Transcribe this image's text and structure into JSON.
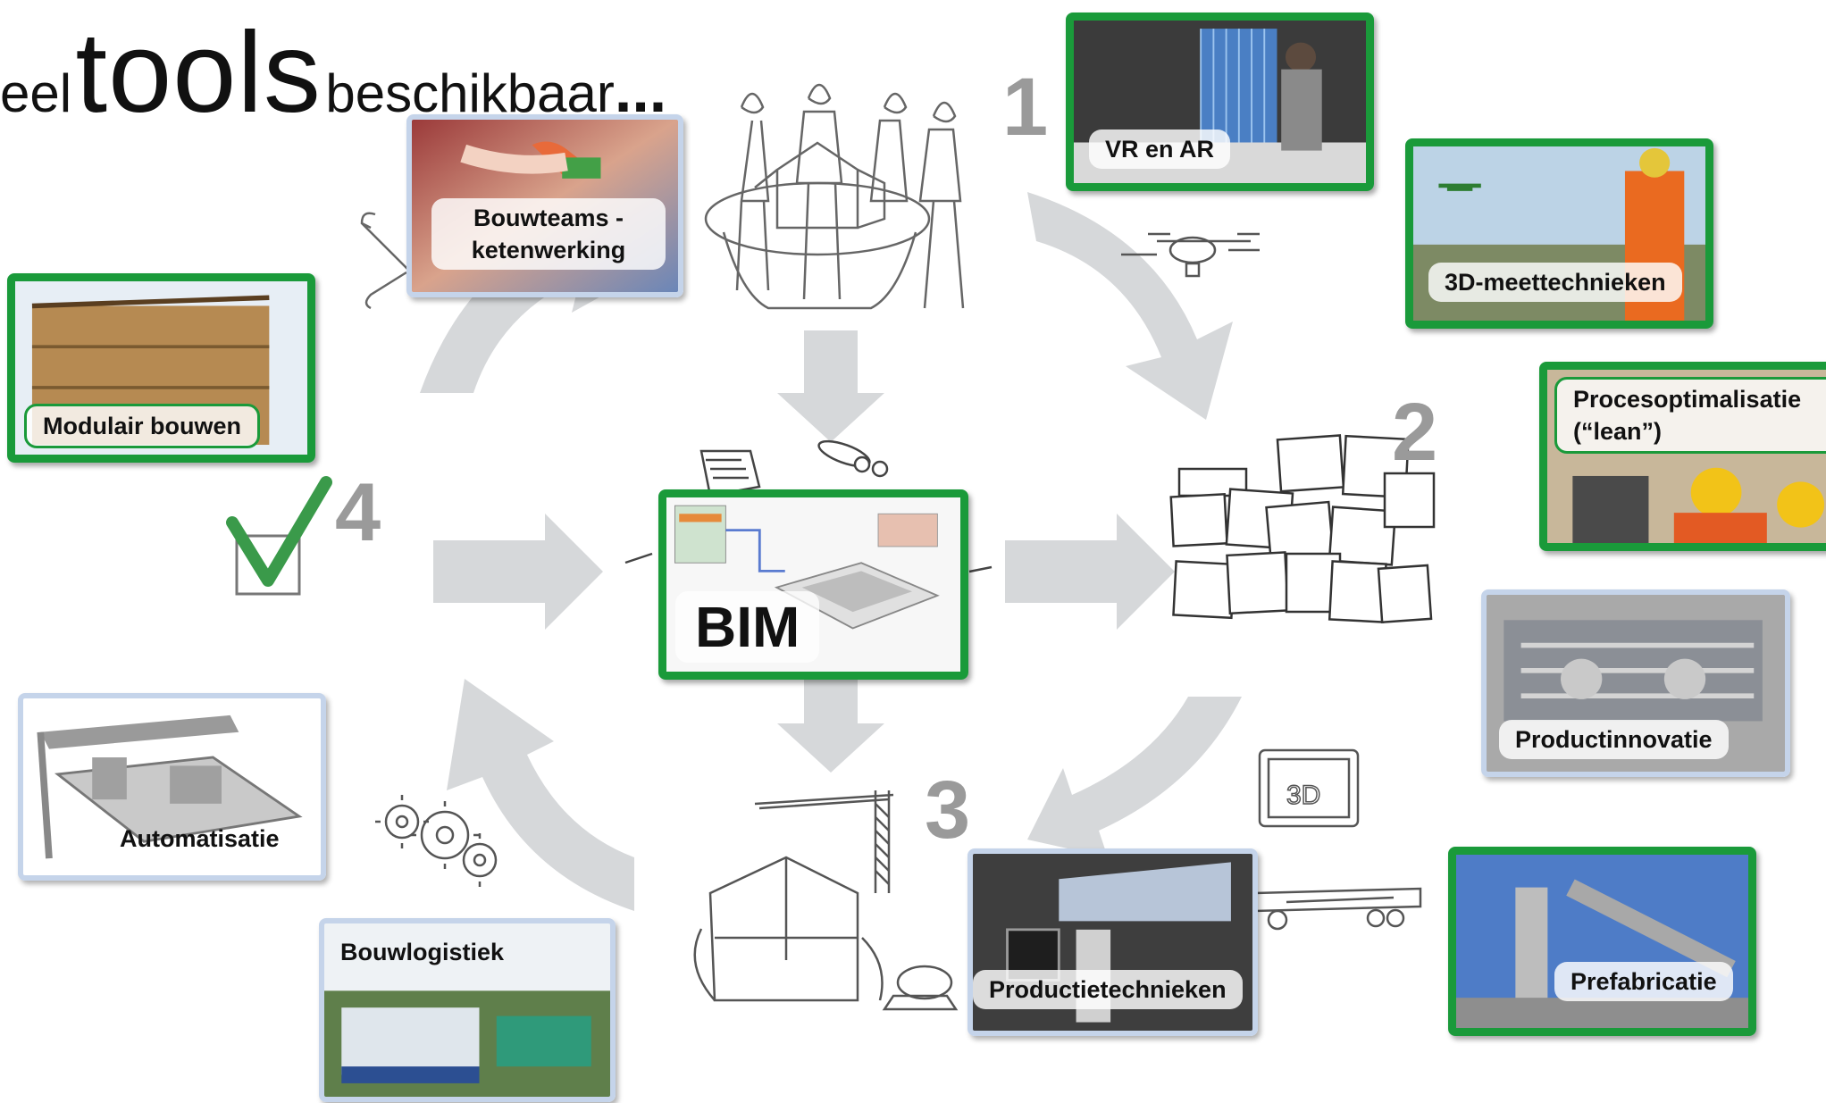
{
  "title": {
    "prefix": "eel",
    "main": "tools",
    "suffix": "beschikbaar",
    "ellipsis": "..."
  },
  "steps": [
    "1",
    "2",
    "3",
    "4"
  ],
  "center": {
    "label": "BIM"
  },
  "tools": {
    "bouwteams": "Bouwteams - ketenwerking",
    "vr": "VR en AR",
    "meet3d": "3D-meettechnieken",
    "proces": "Procesoptimalisatie (“lean”)",
    "productinnovatie": "Productinnovatie",
    "prefab": "Prefabricatie",
    "productietechnieken": "Productietechnieken",
    "bouwlogistiek": "Bouwlogistiek",
    "automatisatie": "Automatisatie",
    "modulair": "Modulair bouwen"
  },
  "colors": {
    "green_frame": "#1a9a3a",
    "blue_frame": "#c5d4ea",
    "cycle_arrow": "#d6d8da",
    "check": "#3a9a4a"
  }
}
